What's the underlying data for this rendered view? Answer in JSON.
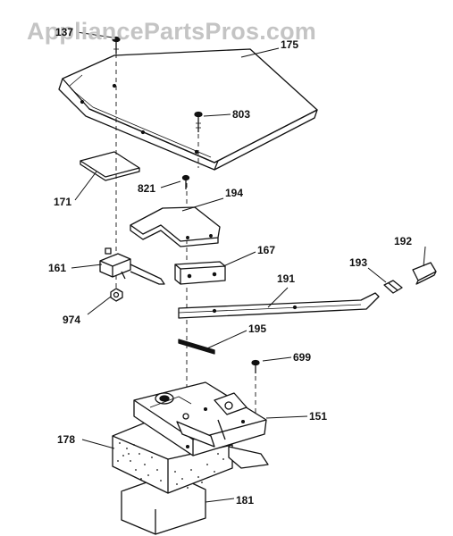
{
  "watermark": "AppliancePartsPros.com",
  "callouts": {
    "p137": "137",
    "p175": "175",
    "p803": "803",
    "p171": "171",
    "p821": "821",
    "p194": "194",
    "p161": "161",
    "p167": "167",
    "p192": "192",
    "p193": "193",
    "p191": "191",
    "p974": "974",
    "p195": "195",
    "p699": "699",
    "p151": "151",
    "p178": "178",
    "p181": "181"
  }
}
